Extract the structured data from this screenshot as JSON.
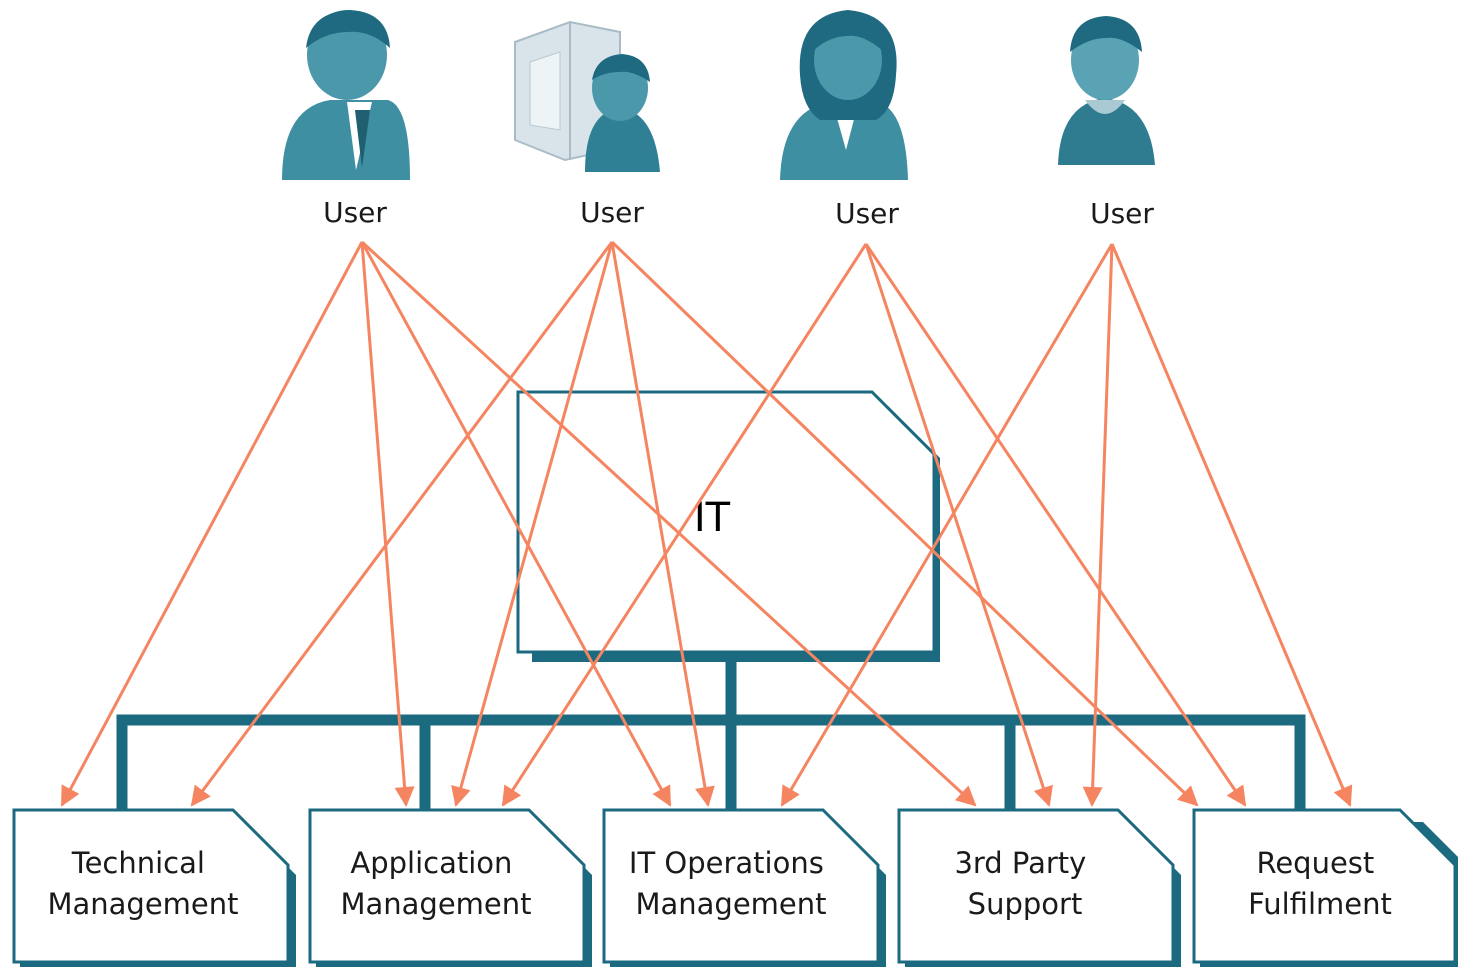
{
  "diagram": {
    "center": {
      "label": "IT"
    },
    "users": [
      {
        "label": "User",
        "icon": "businessman-icon"
      },
      {
        "label": "User",
        "icon": "user-at-computer-icon"
      },
      {
        "label": "User",
        "icon": "businesswoman-icon"
      },
      {
        "label": "User",
        "icon": "casual-user-icon"
      }
    ],
    "functions": [
      {
        "line1": "Technical",
        "line2": "Management"
      },
      {
        "line1": "Application",
        "line2": "Management"
      },
      {
        "line1": "IT Operations",
        "line2": "Management"
      },
      {
        "line1": "3rd Party",
        "line2": "Support"
      },
      {
        "line1": "Request",
        "line2": "Fulfilment"
      }
    ],
    "colors": {
      "structure": "#1b6a80",
      "arrow": "#f58560",
      "icon": "#3f8fa3",
      "icon_dark": "#1f6a80"
    }
  }
}
